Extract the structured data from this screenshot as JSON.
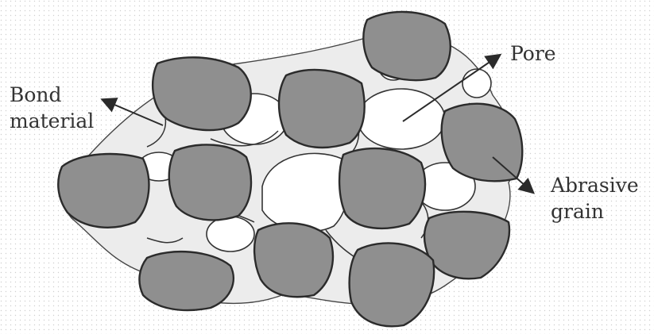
{
  "labels": {
    "bond": [
      "Bond",
      "material"
    ],
    "pore": "Pore",
    "abrasive": [
      "Abrasive",
      "grain"
    ]
  },
  "colors": {
    "grain_fill": "#8f8f8f",
    "bond_fill": "#ececec",
    "pore_fill": "#ffffff",
    "outline": "#2b2b2b"
  }
}
